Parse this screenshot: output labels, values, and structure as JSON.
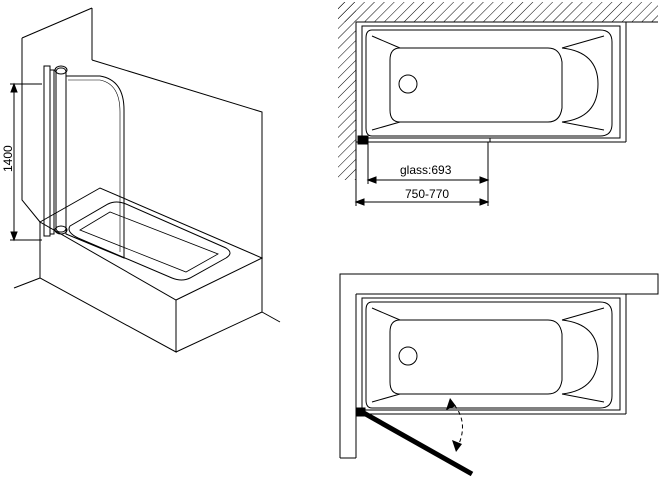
{
  "diagram": {
    "height_dimension": "1400",
    "glass_dimension": "glass:693",
    "install_dimension": "750-770"
  },
  "colors": {
    "line": "#000000",
    "hatch": "#000000",
    "glass_panel": "#000000"
  }
}
